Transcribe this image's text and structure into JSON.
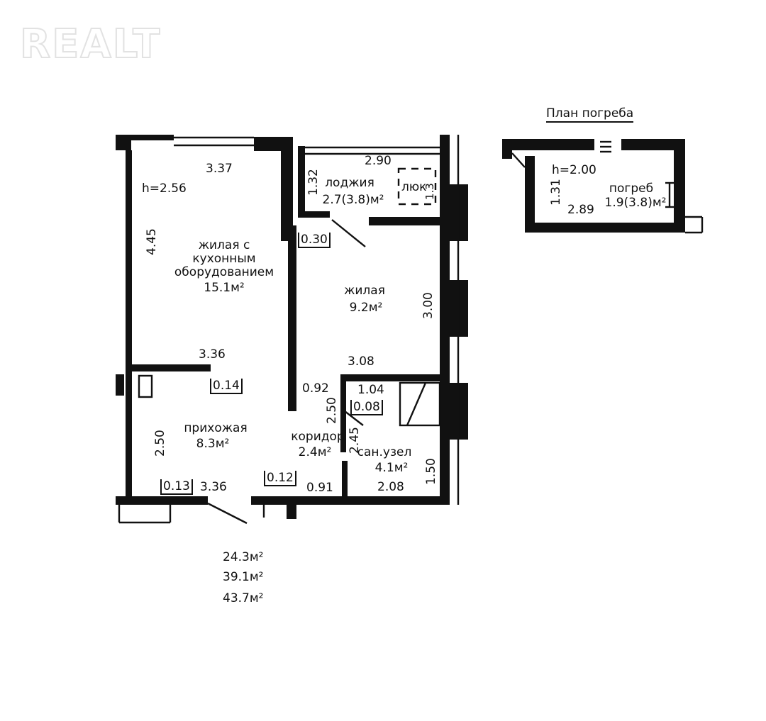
{
  "watermark": "REALT",
  "cellar_title": "План погреба",
  "rooms": {
    "living_kitchen": [
      "жилая с",
      "кухонным",
      "оборудованием",
      "15.1м²"
    ],
    "living": [
      "жилая",
      "9.2м²"
    ],
    "loggia": [
      "лоджия",
      "2.7(3.8)м²"
    ],
    "hatch": "люк",
    "hallway": [
      "прихожая",
      "8.3м²"
    ],
    "corridor": [
      "коридор",
      "2.4м²"
    ],
    "bathroom": [
      "сан.узел",
      "4.1м²"
    ],
    "cellar": [
      "погреб",
      "1.9(3.8)м²"
    ]
  },
  "heights": {
    "main": "h=2.56",
    "cellar": "h=2.00"
  },
  "dims": {
    "d337": "3.37",
    "d290": "2.90",
    "d132": "1.32",
    "d445": "4.45",
    "d030": "0.30",
    "d300": "3.00",
    "d336a": "3.36",
    "d014": "0.14",
    "d308": "3.08",
    "d092": "0.92",
    "d104": "1.04",
    "d250b": "2.50",
    "d008": "0.08",
    "d245": "2.45",
    "d250a": "2.50",
    "d150": "1.50",
    "d013": "0.13",
    "d336b": "3.36",
    "d012": "0.12",
    "d091": "0.91",
    "d208": "2.08",
    "d131": "1.31",
    "d289": "2.89",
    "d13": "1.3"
  },
  "totals": [
    "24.3м²",
    "39.1м²",
    "43.7м²"
  ]
}
